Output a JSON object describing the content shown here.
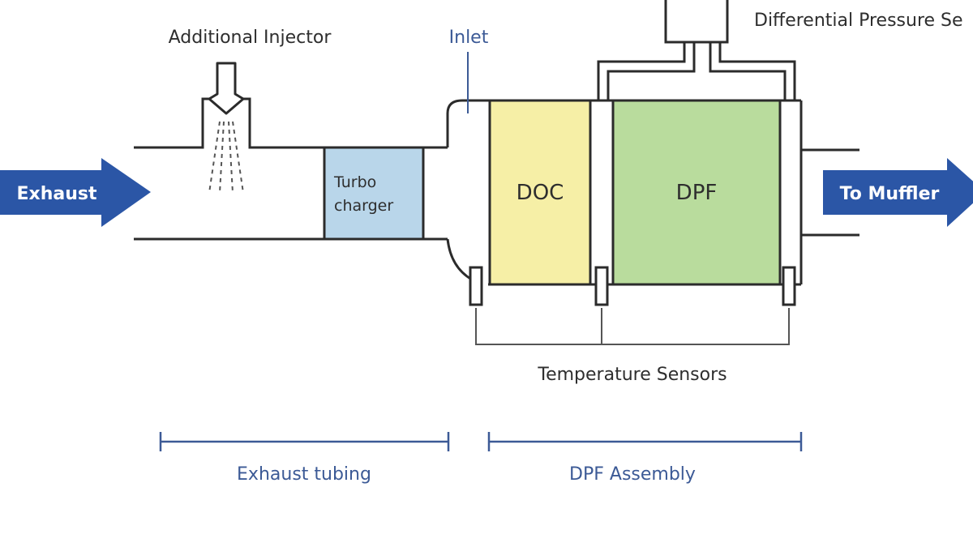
{
  "labels": {
    "exhaust": "Exhaust",
    "to_muffler": "To Muffler",
    "additional_injector": "Additional Injector",
    "inlet": "Inlet",
    "differential_pressure": "Differential Pressure Se",
    "turbo_line1": "Turbo",
    "turbo_line2": "charger",
    "doc": "DOC",
    "dpf": "DPF",
    "temperature_sensors": "Temperature Sensors",
    "exhaust_tubing": "Exhaust tubing",
    "dpf_assembly": "DPF Assembly"
  },
  "colors": {
    "arrow": "#2b56a6",
    "line": "#2b2b2b",
    "turbo": "#b9d6ea",
    "doc": "#f6efa6",
    "dpf": "#b9dc9d",
    "dimension": "#3c5a96"
  }
}
